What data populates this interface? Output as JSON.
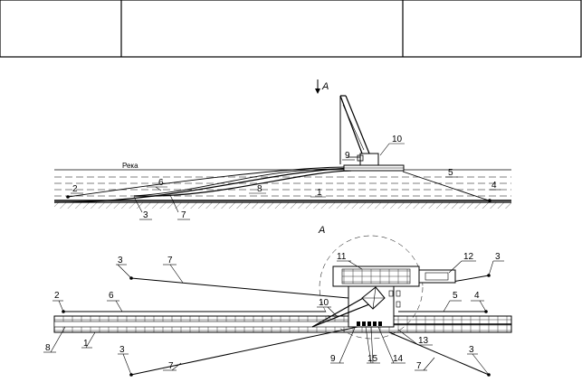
{
  "header_table": {
    "cells": [
      "",
      "",
      ""
    ]
  },
  "side_view": {
    "view_marker": "А",
    "river_label": "Река",
    "callouts": [
      "2",
      "6",
      "8",
      "1",
      "3",
      "7",
      "9",
      "10",
      "5",
      "4"
    ]
  },
  "plan_view": {
    "title": "А",
    "callouts": [
      "3",
      "7",
      "11",
      "12",
      "3",
      "2",
      "6",
      "10",
      "5",
      "4",
      "8",
      "1",
      "13",
      "3",
      "7",
      "9",
      "15",
      "14",
      "7",
      "3"
    ]
  }
}
